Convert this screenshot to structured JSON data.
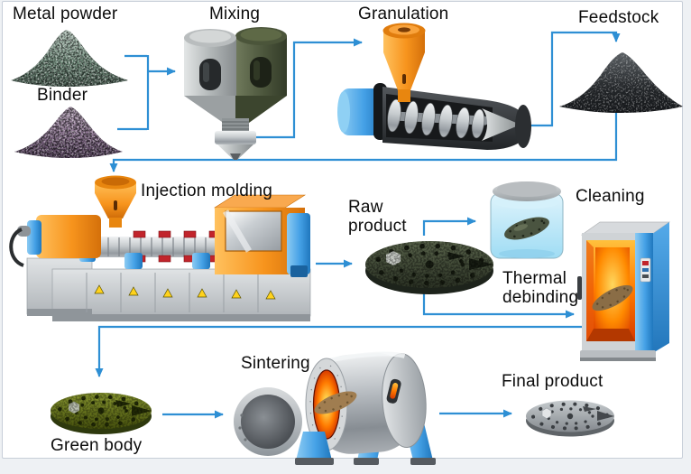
{
  "figure": {
    "type": "process-flow-diagram",
    "subject": "Metal injection molding process"
  },
  "labels": {
    "metal_powder": "Metal powder",
    "binder": "Binder",
    "mixing": "Mixing",
    "granulation": "Granulation",
    "feedstock": "Feedstock",
    "injection_molding": "Injection molding",
    "raw_product": "Raw\nproduct",
    "cleaning": "Cleaning",
    "thermal_debinding": "Thermal\ndebinding",
    "green_body": "Green body",
    "sintering": "Sintering",
    "final_product": "Final product"
  },
  "flow": {
    "edges": [
      {
        "from": "Metal powder",
        "to": "Mixing"
      },
      {
        "from": "Binder",
        "to": "Mixing"
      },
      {
        "from": "Mixing",
        "to": "Granulation"
      },
      {
        "from": "Granulation",
        "to": "Feedstock"
      },
      {
        "from": "Feedstock",
        "to": "Injection molding"
      },
      {
        "from": "Injection molding",
        "to": "Raw product"
      },
      {
        "from": "Raw product",
        "to": "Cleaning"
      },
      {
        "from": "Raw product",
        "to": "Thermal debinding"
      },
      {
        "from": "Thermal debinding",
        "to": "Green body"
      },
      {
        "from": "Green body",
        "to": "Sintering"
      },
      {
        "from": "Sintering",
        "to": "Final product"
      }
    ]
  },
  "colors": {
    "arrow": "#2e8fd4",
    "text": "#0c0c0c",
    "accent_orange": "#f7941d",
    "machine_blue": "#45a1e6",
    "furnace_glow": "#ff7a00",
    "cleaning_liquid": "#aee3f7",
    "metal_powder_pile": "#74907f",
    "binder_pile": "#8b7390",
    "feedstock_pile": "#232629",
    "raw_product_part": "#3a4230",
    "green_body_part": "#5c6a16",
    "final_product_part": "#8f9499"
  }
}
